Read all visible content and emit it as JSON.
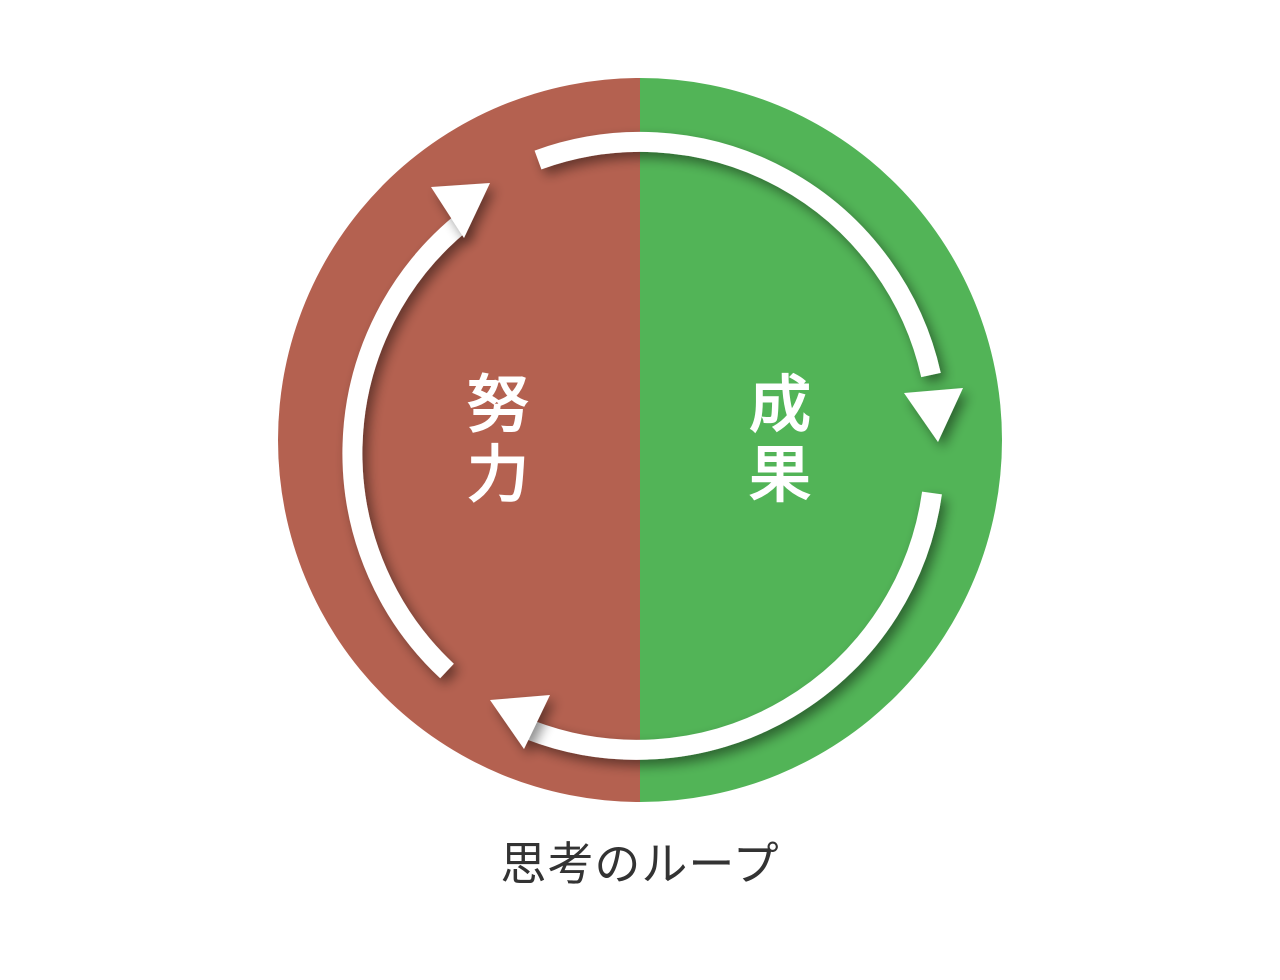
{
  "diagram": {
    "title": "思考のループ",
    "left_half": {
      "label_line1": "努",
      "label_line2": "力",
      "color": "#b46150"
    },
    "right_half": {
      "label_line1": "成",
      "label_line2": "果",
      "color": "#52b457"
    },
    "arrow_color": "#ffffff",
    "caption_color": "#333333",
    "arrows": [
      {
        "from": "top-left",
        "to": "right",
        "direction": "clockwise"
      },
      {
        "from": "right",
        "to": "bottom-left",
        "direction": "clockwise"
      },
      {
        "from": "bottom-left",
        "to": "top-left",
        "direction": "clockwise"
      }
    ]
  }
}
